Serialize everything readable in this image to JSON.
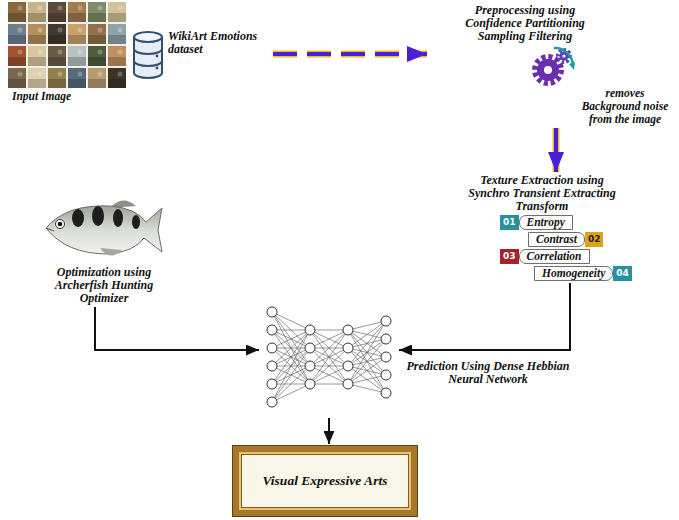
{
  "diagram": {
    "nodes": [
      {
        "text": [
          "Input Image"
        ]
      },
      {
        "text": [
          "WikiArt Emotions dataset"
        ]
      },
      {
        "text": [
          "Preprocessing using Confidence Partitioning Sampling Filtering",
          "removes Background noise from the image"
        ]
      },
      {
        "text": [
          "Texture Extraction using Synchro Transient Extracting Transform"
        ]
      },
      {
        "text": [
          "Optimization using Archerfish Hunting Optimizer"
        ]
      },
      {
        "text": [
          "Prediction Using Dense Hebbian Neural Network"
        ]
      },
      {
        "text": [
          "Visual Expressive Arts"
        ]
      }
    ],
    "edges": [
      {
        "from": 1,
        "to": 2,
        "arrow": "to"
      },
      {
        "from": 2,
        "to": 3,
        "arrow": "to"
      },
      {
        "from": 3,
        "to": 5,
        "arrow": "to"
      },
      {
        "from": 4,
        "to": 5,
        "arrow": "to"
      },
      {
        "from": 5,
        "to": 6,
        "arrow": "to"
      }
    ],
    "labels": [
      "01",
      "Entropy",
      "Contrast",
      "02",
      "03",
      "Correlation",
      "Homogeneity",
      "04"
    ]
  }
}
